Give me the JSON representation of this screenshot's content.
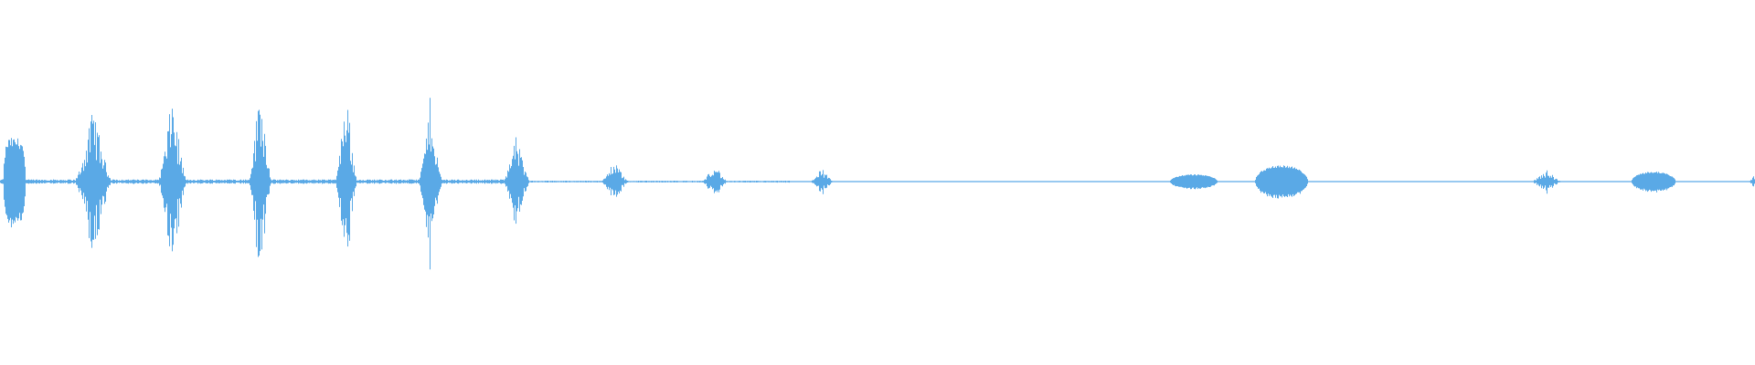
{
  "waveform": {
    "color": "#5aa9e6",
    "background": "#ffffff",
    "duration_fraction_note": "",
    "bursts": [
      {
        "center": 0.008,
        "width": 0.013,
        "amp": 0.24,
        "shape": "block"
      },
      {
        "center": 0.053,
        "width": 0.022,
        "amp": 0.42,
        "shape": "spiky"
      },
      {
        "center": 0.098,
        "width": 0.017,
        "amp": 0.5,
        "shape": "spiky"
      },
      {
        "center": 0.148,
        "width": 0.014,
        "amp": 0.58,
        "shape": "spiky"
      },
      {
        "center": 0.197,
        "width": 0.013,
        "amp": 0.55,
        "shape": "spiky"
      },
      {
        "center": 0.245,
        "width": 0.014,
        "amp": 0.48,
        "shape": "spiky"
      },
      {
        "center": 0.294,
        "width": 0.016,
        "amp": 0.26,
        "shape": "spiky"
      },
      {
        "center": 0.35,
        "width": 0.016,
        "amp": 0.13,
        "shape": "spiky"
      },
      {
        "center": 0.407,
        "width": 0.015,
        "amp": 0.11,
        "shape": "spiky"
      },
      {
        "center": 0.468,
        "width": 0.014,
        "amp": 0.08,
        "shape": "spiky"
      },
      {
        "center": 0.68,
        "width": 0.027,
        "amp": 0.04,
        "shape": "smooth"
      },
      {
        "center": 0.73,
        "width": 0.03,
        "amp": 0.09,
        "shape": "smooth"
      },
      {
        "center": 0.881,
        "width": 0.018,
        "amp": 0.07,
        "shape": "spiky"
      },
      {
        "center": 0.942,
        "width": 0.025,
        "amp": 0.055,
        "shape": "smooth"
      },
      {
        "center": 0.999,
        "width": 0.006,
        "amp": 0.04,
        "shape": "spiky"
      }
    ],
    "noise": [
      {
        "start": 0.0,
        "end": 0.3,
        "amp": 0.012
      },
      {
        "start": 0.3,
        "end": 0.45,
        "amp": 0.005
      },
      {
        "start": 0.45,
        "end": 1.0,
        "amp": 0.002
      }
    ]
  }
}
